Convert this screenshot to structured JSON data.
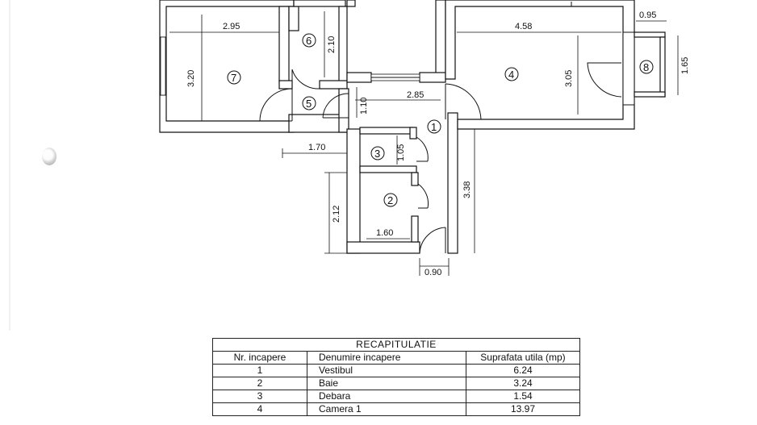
{
  "dimensions": {
    "room7_width": "2.95",
    "room7_height": "3.20",
    "room6_height": "2.10",
    "hall_width": "2.85",
    "hall_height": "1.10",
    "room4_width": "4.58",
    "room4_height": "3.05",
    "balcony_width": "0.95",
    "balcony_height": "1.65",
    "left_ext": "1.70",
    "room3_height": "1.05",
    "room2_height": "2.12",
    "room2_width": "1.60",
    "corridor_height": "3.38",
    "door_width": "0.90"
  },
  "room_labels": [
    "1",
    "2",
    "3",
    "4",
    "5",
    "6",
    "7",
    "8"
  ],
  "recap": {
    "title": "RECAPITULATIE",
    "headers": [
      "Nr. incapere",
      "Denumire incapere",
      "Suprafata utila (mp)"
    ],
    "rows": [
      [
        "1",
        "Vestibul",
        "6.24"
      ],
      [
        "2",
        "Baie",
        "3.24"
      ],
      [
        "3",
        "Debara",
        "1.54"
      ],
      [
        "4",
        "Camera 1",
        "13.97"
      ]
    ]
  }
}
